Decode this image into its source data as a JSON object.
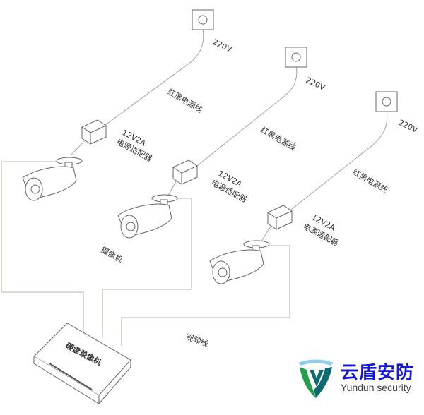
{
  "labels": {
    "voltage": [
      "220V",
      "220V",
      "220V"
    ],
    "power_cable": [
      "红黑电源线",
      "红黑电源线",
      "红黑电源线"
    ],
    "adapter_rating": [
      "12V2A",
      "12V2A",
      "12V2A"
    ],
    "adapter": [
      "电源适配器",
      "电源适配器",
      "电源适配器"
    ],
    "camera": "摄像机",
    "video_cable": "视频线",
    "dvr": "硬盘录像机"
  },
  "logo": {
    "name_cn": "云盾安防",
    "name_en": "Yundun security"
  },
  "colors": {
    "brand_blue": "#1515e0",
    "shield_green": "#22a04a",
    "shield_teal": "#0e6b72",
    "shield_light": "#8fd0e8",
    "video_line": "#c9d1c2"
  }
}
